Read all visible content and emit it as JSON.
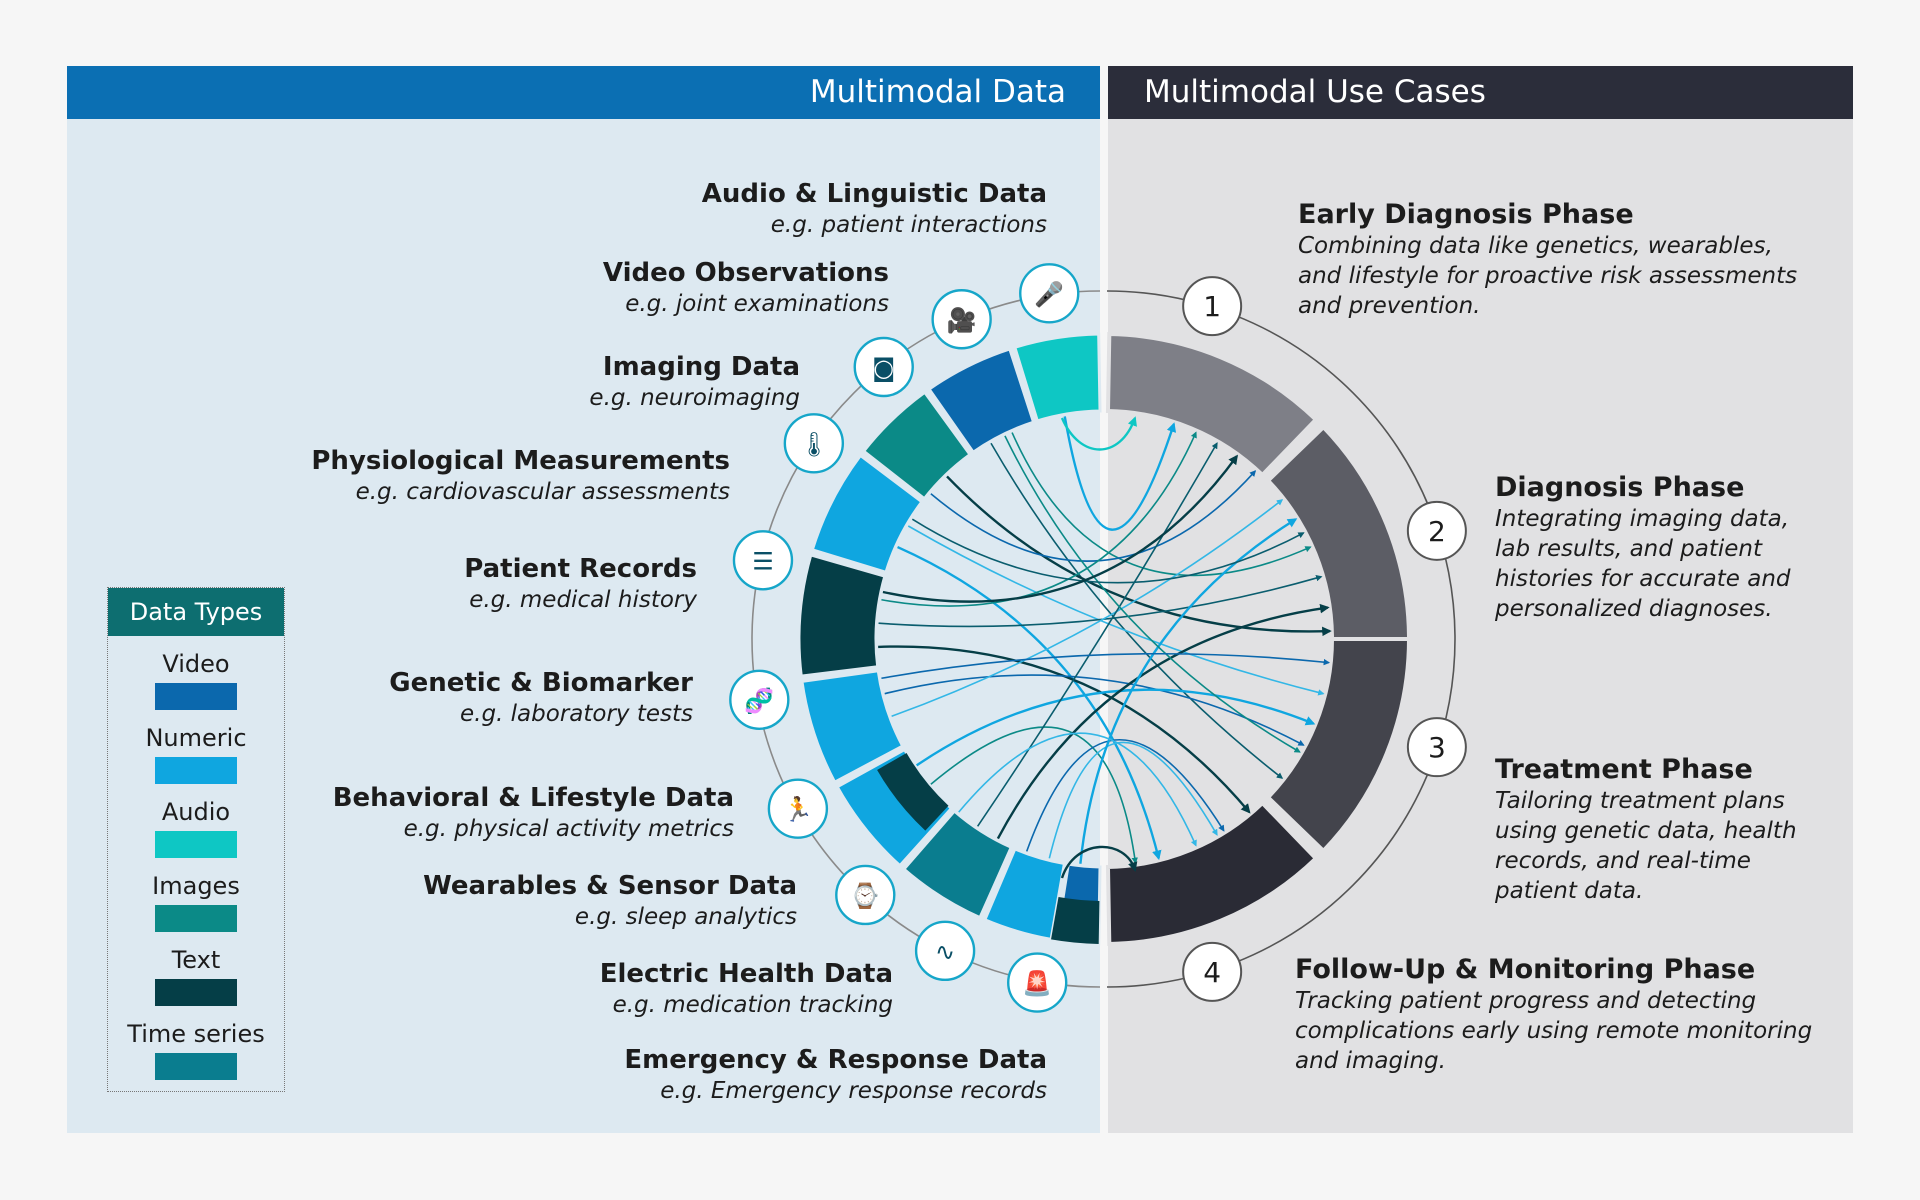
{
  "header": {
    "left_title": "Multimodal Data",
    "right_title": "Multimodal Use Cases"
  },
  "legend": {
    "title": "Data Types",
    "items": [
      {
        "label": "Video",
        "color": "#0b68ad"
      },
      {
        "label": "Numeric",
        "color": "#0fa6e0"
      },
      {
        "label": "Audio",
        "color": "#0ec7c4"
      },
      {
        "label": "Images",
        "color": "#0b8a87"
      },
      {
        "label": "Text",
        "color": "#053e47"
      },
      {
        "label": "Time series",
        "color": "#0a7d8f"
      }
    ]
  },
  "sources": [
    {
      "title": "Audio & Linguistic Data",
      "subtitle": "e.g. patient interactions",
      "icon": "microphone-icon"
    },
    {
      "title": "Video Observations",
      "subtitle": "e.g. joint examinations",
      "icon": "video-camera-icon"
    },
    {
      "title": "Imaging Data",
      "subtitle": "e.g. neuroimaging",
      "icon": "image-icon"
    },
    {
      "title": "Physiological Measurements",
      "subtitle": "e.g. cardiovascular assessments",
      "icon": "thermometer-icon"
    },
    {
      "title": "Patient Records",
      "subtitle": "e.g. medical history",
      "icon": "document-icon"
    },
    {
      "title": "Genetic & Biomarker",
      "subtitle": "e.g. laboratory tests",
      "icon": "dna-icon"
    },
    {
      "title": "Behavioral & Lifestyle Data",
      "subtitle": "e.g. physical activity metrics",
      "icon": "running-person-icon"
    },
    {
      "title": "Wearables & Sensor Data",
      "subtitle": "e.g. sleep analytics",
      "icon": "smartwatch-icon"
    },
    {
      "title": "Electric Health Data",
      "subtitle": "e.g. medication tracking",
      "icon": "heartbeat-icon"
    },
    {
      "title": "Emergency & Response Data",
      "subtitle": "e.g. Emergency response records",
      "icon": "alarm-light-icon"
    }
  ],
  "phases": [
    {
      "number": "1",
      "title": "Early Diagnosis Phase",
      "description": "Combining data like genetics, wearables, and lifestyle for proactive risk assessments and prevention."
    },
    {
      "number": "2",
      "title": "Diagnosis Phase",
      "description": "Integrating imaging data, lab results, and patient histories for accurate and personalized diagnoses."
    },
    {
      "number": "3",
      "title": "Treatment Phase",
      "description": "Tailoring treatment plans using genetic data, health records, and real-time patient data."
    },
    {
      "number": "4",
      "title": "Follow-Up & Monitoring Phase",
      "description": "Tracking patient progress and detecting complications early using remote monitoring and imaging."
    }
  ],
  "colors": {
    "phase_segments": [
      "#7e7f87",
      "#5c5d65",
      "#43444c",
      "#2a2b35"
    ],
    "panel_left": "#dde9f1",
    "panel_right": "#e1e1e3",
    "header_left": "#0b6fb3",
    "header_right": "#2b2d3a"
  }
}
